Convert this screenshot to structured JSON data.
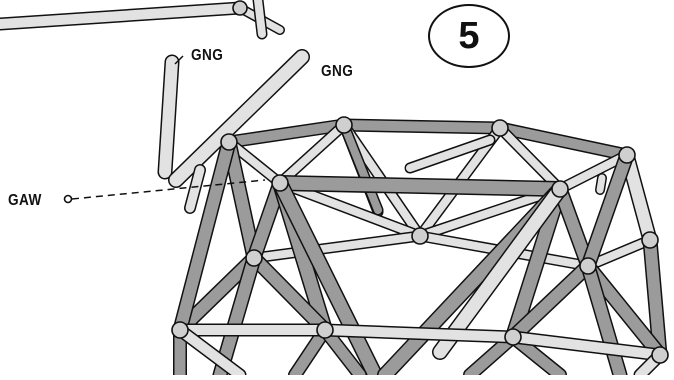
{
  "step": {
    "number": "5"
  },
  "callouts": {
    "gng_left": "GNG",
    "gng_right": "GNG",
    "gaw": "GAW"
  },
  "colors": {
    "strut_dark": "#9b9b9b",
    "strut_light": "#e2e2e2",
    "outline": "#111111",
    "hub": "#cfcfcf"
  }
}
